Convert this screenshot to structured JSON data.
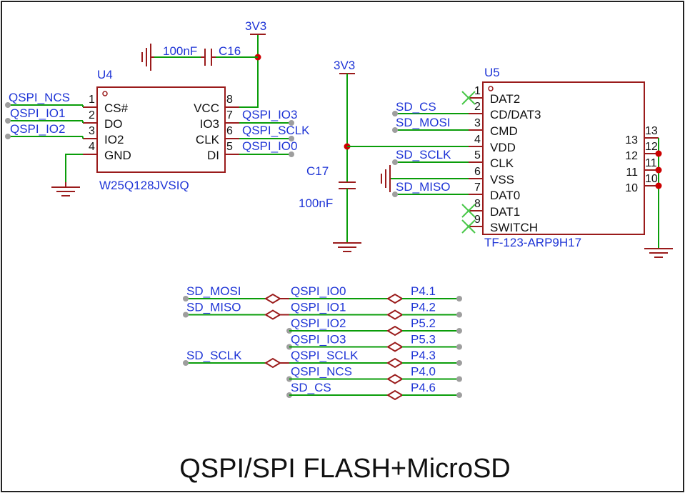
{
  "title": "QSPI/SPI FLASH+MicroSD",
  "power_labels": {
    "top_c16": "3V3",
    "top_c17": "3V3"
  },
  "u4": {
    "ref": "U4",
    "value": "W25Q128JVSIQ",
    "left_pins": [
      {
        "num": "1",
        "name": "CS#",
        "net": "QSPI_NCS"
      },
      {
        "num": "2",
        "name": "DO",
        "net": "QSPI_IO1"
      },
      {
        "num": "3",
        "name": "IO2",
        "net": "QSPI_IO2"
      },
      {
        "num": "4",
        "name": "GND",
        "net": ""
      }
    ],
    "right_pins": [
      {
        "num": "8",
        "name": "VCC",
        "net": ""
      },
      {
        "num": "7",
        "name": "IO3",
        "net": "QSPI_IO3"
      },
      {
        "num": "6",
        "name": "CLK",
        "net": "QSPI_SCLK"
      },
      {
        "num": "5",
        "name": "DI",
        "net": "QSPI_IO0"
      }
    ]
  },
  "c16": {
    "ref": "C16",
    "value": "100nF"
  },
  "c17": {
    "ref": "C17",
    "value": "100nF"
  },
  "u5": {
    "ref": "U5",
    "value": "TF-123-ARP9H17",
    "left_pins": [
      {
        "num": "1",
        "name": "DAT2",
        "net": ""
      },
      {
        "num": "2",
        "name": "CD/DAT3",
        "net": "SD_CS"
      },
      {
        "num": "3",
        "name": "CMD",
        "net": "SD_MOSI"
      },
      {
        "num": "4",
        "name": "VDD",
        "net": ""
      },
      {
        "num": "5",
        "name": "CLK",
        "net": "SD_SCLK"
      },
      {
        "num": "6",
        "name": "VSS",
        "net": ""
      },
      {
        "num": "7",
        "name": "DAT0",
        "net": "SD_MISO"
      },
      {
        "num": "8",
        "name": "DAT1",
        "net": ""
      },
      {
        "num": "9",
        "name": "SWITCH",
        "net": ""
      }
    ],
    "right_pins": [
      {
        "num_inside": "13",
        "num_outside": "13"
      },
      {
        "num_inside": "12",
        "num_outside": "12"
      },
      {
        "num_inside": "11",
        "num_outside": "11"
      },
      {
        "num_inside": "10",
        "num_outside": "10"
      }
    ]
  },
  "port_map": [
    {
      "left": "SD_MOSI",
      "mid": "QSPI_IO0",
      "port": "P4.1"
    },
    {
      "left": "SD_MISO",
      "mid": "QSPI_IO1",
      "port": "P4.2"
    },
    {
      "left": "",
      "mid": "QSPI_IO2",
      "port": "P5.2"
    },
    {
      "left": "",
      "mid": "QSPI_IO3",
      "port": "P5.3"
    },
    {
      "left": "SD_SCLK",
      "mid": "QSPI_SCLK",
      "port": "P4.3"
    },
    {
      "left": "",
      "mid": "QSPI_NCS",
      "port": "P4.0"
    },
    {
      "left": "",
      "mid": "SD_CS",
      "port": "P4.6"
    }
  ],
  "colors": {
    "wire": "#0a9d0a",
    "component": "#9a1b1b",
    "net_label": "#1f35d6",
    "junction": "#cc0000",
    "no_connect": "#49c749",
    "endpoint": "#9e9e9e"
  }
}
